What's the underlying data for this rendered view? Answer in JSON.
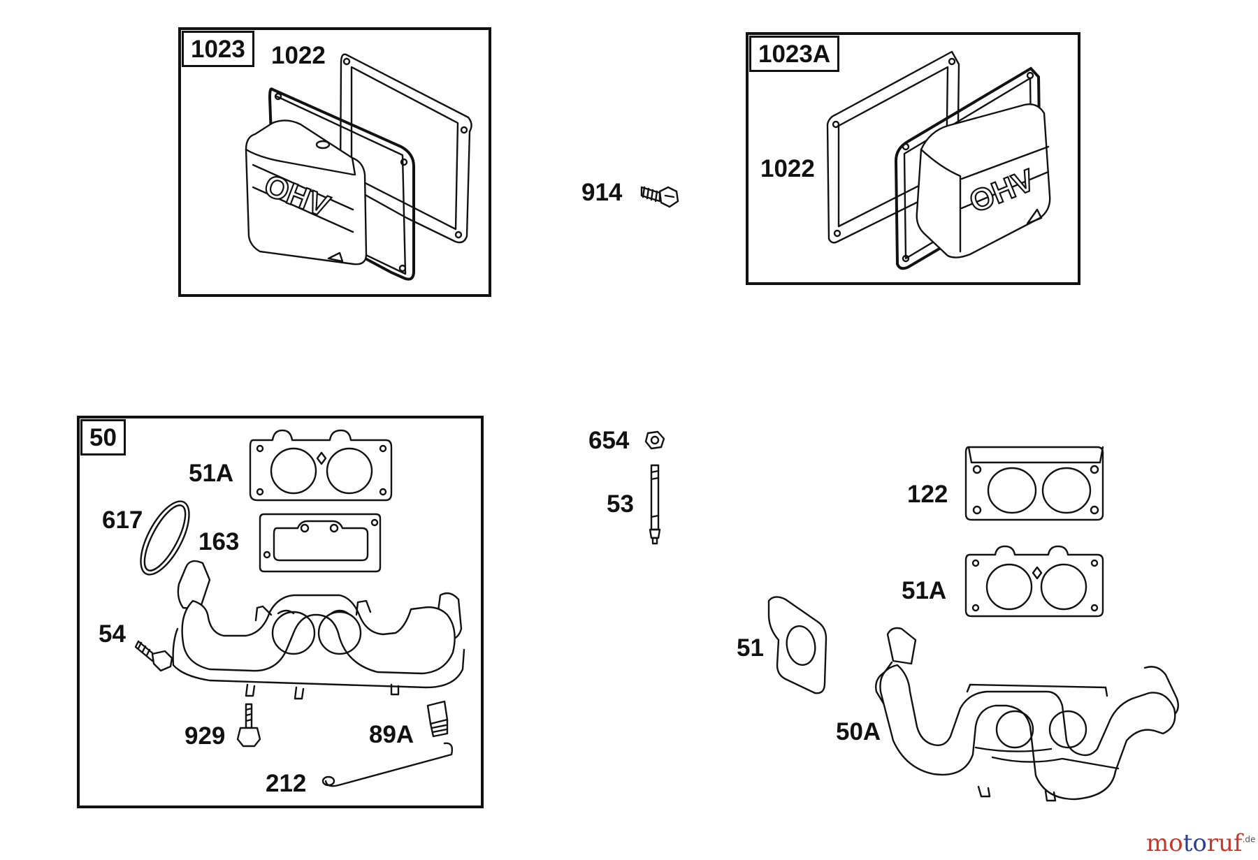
{
  "labels": {
    "box_1023": "1023",
    "gasket_1022_left": "1022",
    "box_1023a": "1023A",
    "gasket_1022_right": "1022",
    "screw_914": "914",
    "box_50": "50",
    "gasket_51a_left": "51A",
    "oring_617": "617",
    "gasket_163": "163",
    "bolt_54": "54",
    "screw_929": "929",
    "plug_89a": "89A",
    "wire_212": "212",
    "nut_654": "654",
    "stud_53": "53",
    "gasket_122": "122",
    "gasket_51a_right": "51A",
    "gasket_51": "51",
    "manifold_50a": "50A"
  },
  "cover_emboss": "OHV",
  "watermark": {
    "mo": "mo",
    "to": "to",
    "ruf": "ruf",
    "tld": ".de"
  },
  "colors": {
    "line": "#111111",
    "wm_red": "#c0392b",
    "wm_blue": "#2c3e8f"
  }
}
